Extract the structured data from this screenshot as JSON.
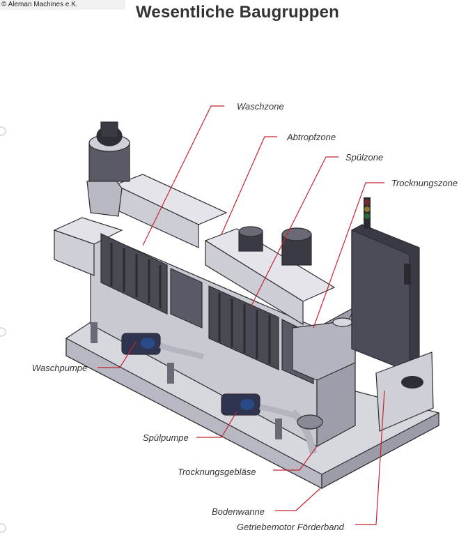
{
  "watermark": "© Aleman Machines e.K.",
  "title": "Wesentliche Baugruppen",
  "labels": {
    "waschzone": "Waschzone",
    "abtropfzone": "Abtropfzone",
    "spuelzone": "Spülzone",
    "trocknungszone": "Trocknungszone",
    "waschpumpe": "Waschpumpe",
    "spuelpumpe": "Spülpumpe",
    "trocknungsgeblaese": "Trocknungsgebläse",
    "bodenwanne": "Bodenwanne",
    "getriebemotor": "Getriebemotor Förderband"
  },
  "colors": {
    "leader": "#c8232c",
    "machine_light": "#d9d9e0",
    "machine_mid": "#a9a9b4",
    "machine_dark": "#3a3a44",
    "pump_blue": "#2a4a8a"
  }
}
